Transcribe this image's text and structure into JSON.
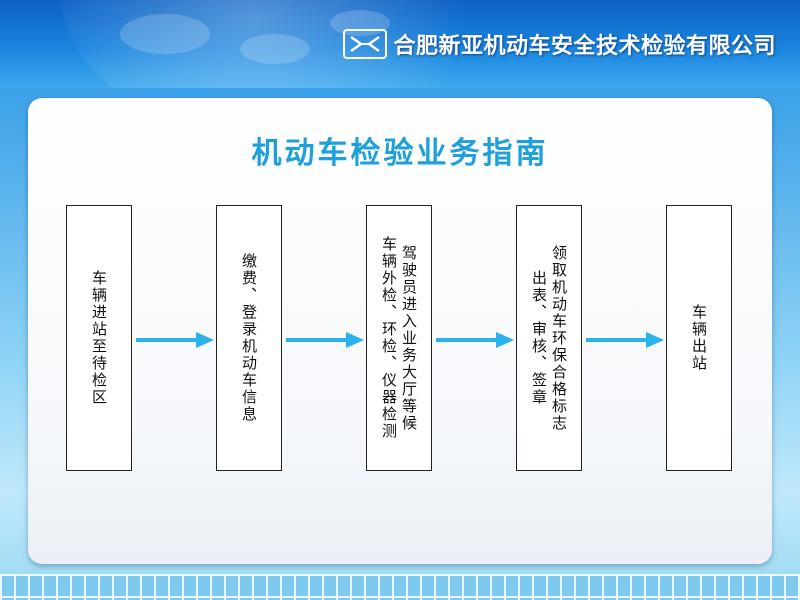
{
  "header": {
    "company_name": "合肥新亚机动车安全技术检验有限公司",
    "logo_icon": "company-logo-icon"
  },
  "title": "机动车检验业务指南",
  "steps": [
    {
      "lines": [
        "车辆进站至待检区"
      ]
    },
    {
      "lines": [
        "缴费、登录机动车信息"
      ]
    },
    {
      "lines": [
        "驾驶员进入业务大厅等候",
        "车辆外检、环检、仪器检测"
      ]
    },
    {
      "lines": [
        "领取机动车环保合格标志",
        "出表、审核、签章"
      ]
    },
    {
      "lines": [
        "车辆出站"
      ]
    }
  ],
  "colors": {
    "accent": "#1da0db",
    "arrow": "#29b3ea",
    "header": "#1a84de"
  }
}
